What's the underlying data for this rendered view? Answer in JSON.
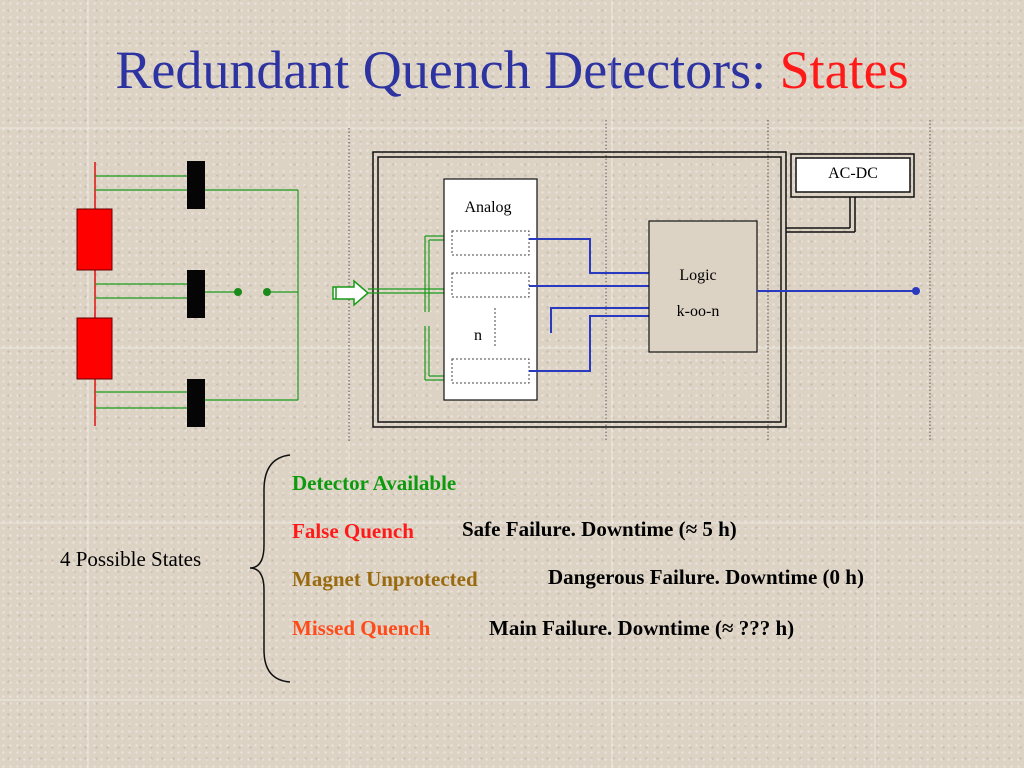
{
  "slide": {
    "title_main": "Redundant Quench Detectors: ",
    "title_accent": "States"
  },
  "diagram": {
    "acdc_label": "AC-DC",
    "analog_label": "Analog",
    "n_label": "n",
    "logic_label": "Logic",
    "koon_label": "k-oo-n"
  },
  "states_group": {
    "label": "4 Possible States",
    "items": [
      {
        "name": "Detector Available",
        "color": "#0e9a0e",
        "description": ""
      },
      {
        "name": "False Quench",
        "color": "#ff1a1a",
        "description": "Safe Failure. Downtime (≈ 5 h)"
      },
      {
        "name": "Magnet Unprotected",
        "color": "#9a6a10",
        "description": "Dangerous Failure. Downtime (0 h)"
      },
      {
        "name": "Missed Quench",
        "color": "#ff4a1a",
        "description": "Main Failure. Downtime (≈ ??? h)"
      }
    ]
  }
}
